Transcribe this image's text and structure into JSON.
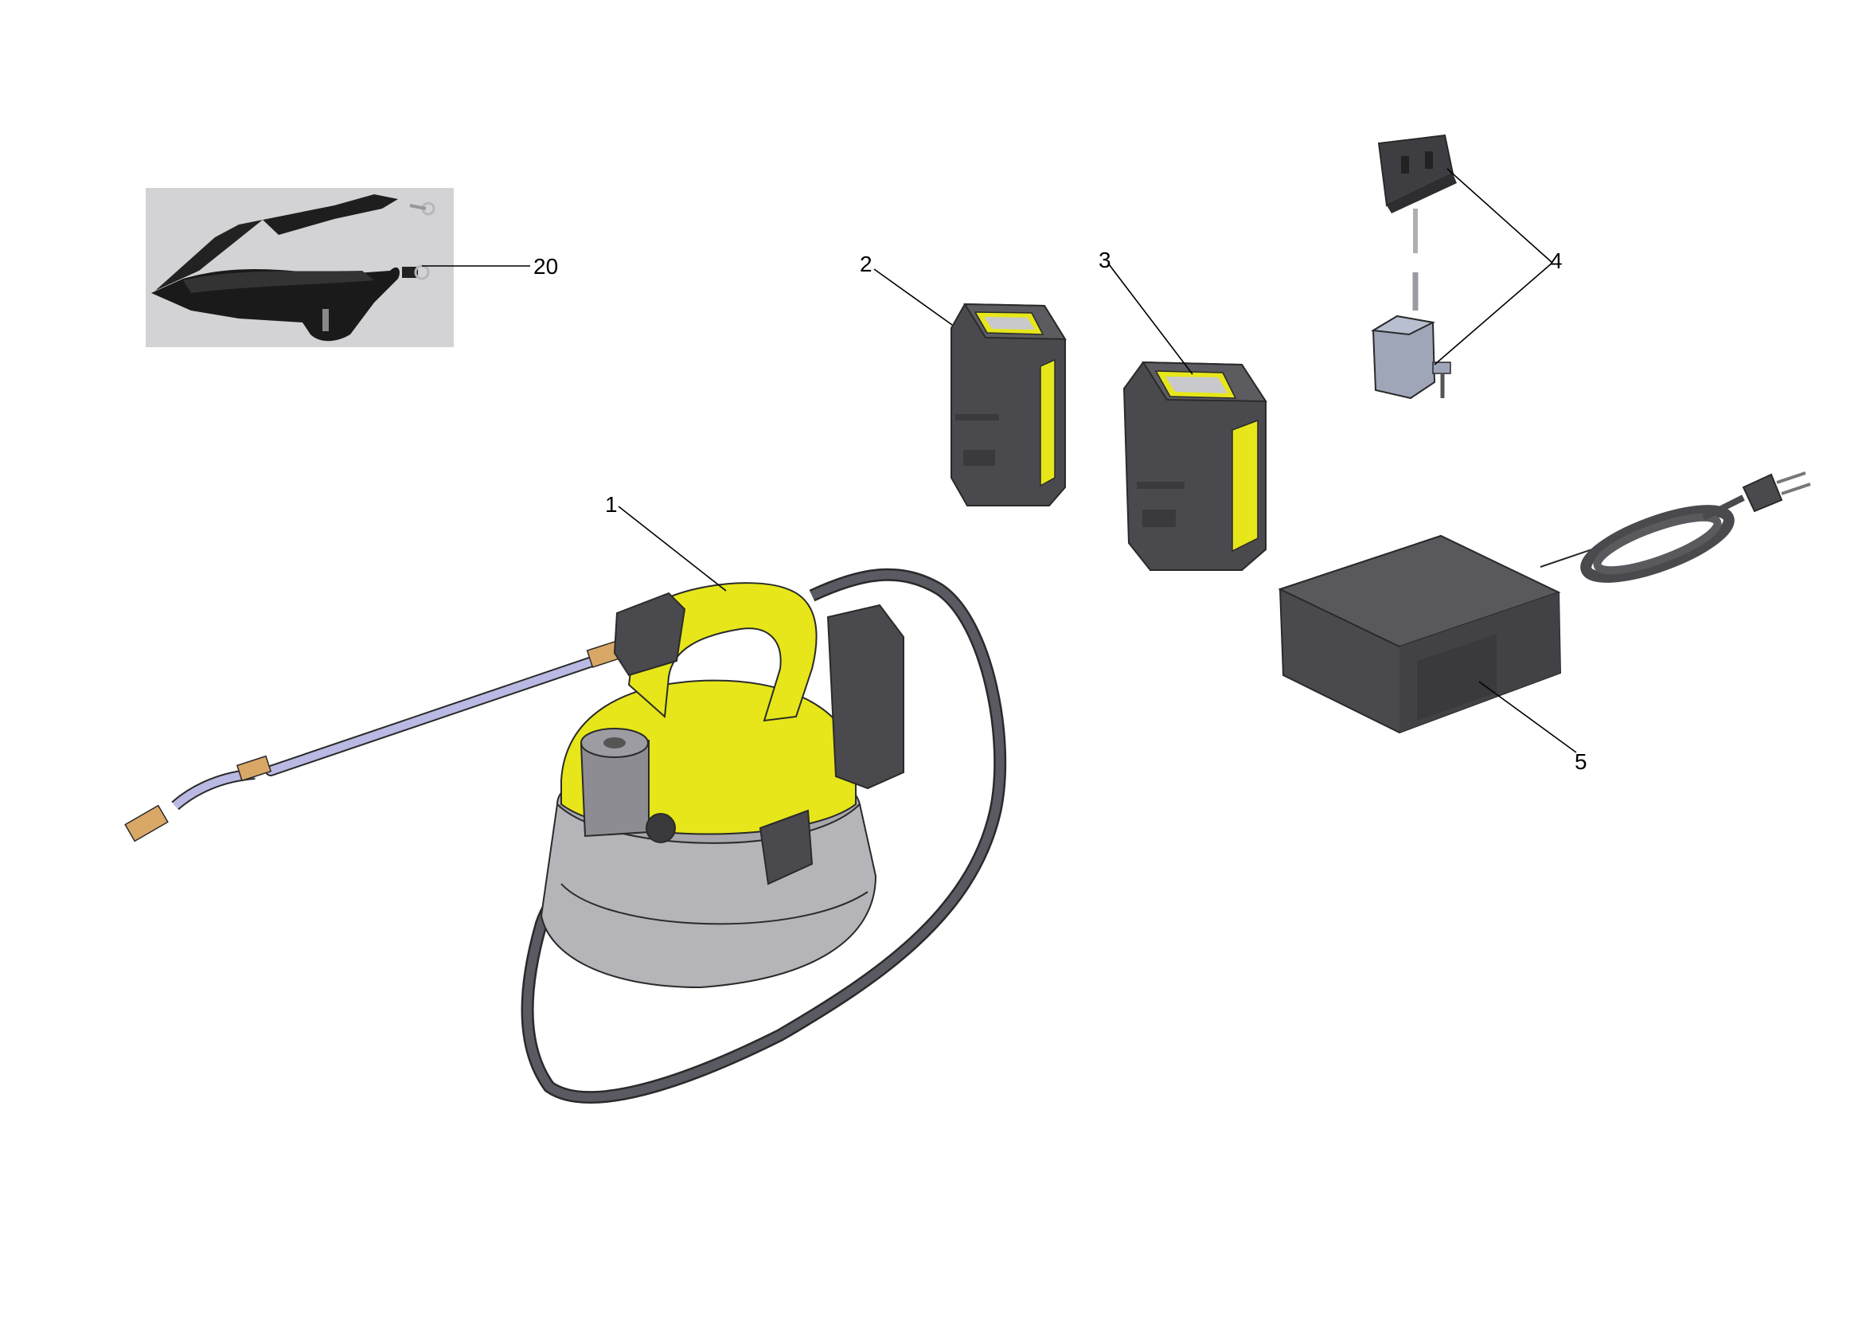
{
  "colors": {
    "accent_yellow": "#e6e61a",
    "body_dark": "#4a4a4e",
    "tank_grey": "#b4b4b9",
    "hose": "#5a5a62",
    "lance": "#b9b9e3",
    "brass": "#d9a866"
  },
  "callouts": [
    {
      "id": "1",
      "label": "1",
      "part": "sprayer"
    },
    {
      "id": "2",
      "label": "2",
      "part": "battery-small"
    },
    {
      "id": "3",
      "label": "3",
      "part": "battery-large"
    },
    {
      "id": "4",
      "label": "4",
      "part": "plug-adapters"
    },
    {
      "id": "5",
      "label": "5",
      "part": "charger"
    },
    {
      "id": "20",
      "label": "20",
      "part": "shoulder-strap"
    }
  ]
}
